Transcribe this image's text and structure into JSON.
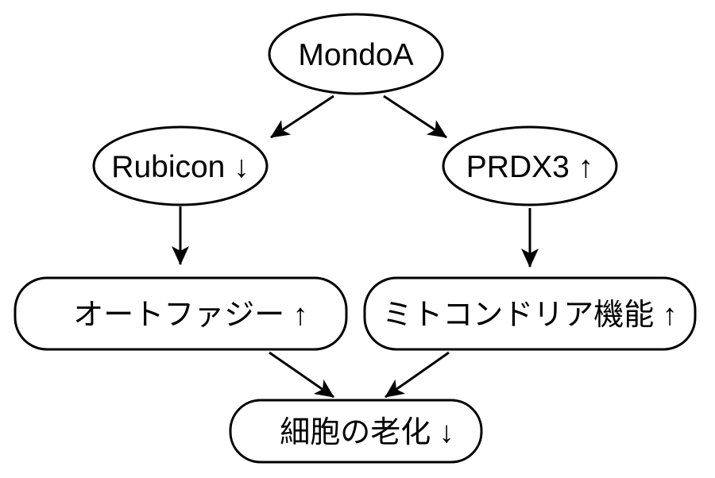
{
  "diagram": {
    "nodes": [
      {
        "id": "mondoa",
        "label": "MondoA",
        "shape": "ellipse"
      },
      {
        "id": "rubicon",
        "label": "Rubicon ↓",
        "shape": "ellipse"
      },
      {
        "id": "prdx3",
        "label": "PRDX3 ↑",
        "shape": "ellipse"
      },
      {
        "id": "autophagy",
        "label": "オートファジー ↑",
        "shape": "rounded-rect"
      },
      {
        "id": "mito",
        "label": "ミトコンドリア機能 ↑",
        "shape": "rounded-rect"
      },
      {
        "id": "senescence",
        "label": "細胞の老化 ↓",
        "shape": "rounded-rect"
      }
    ],
    "edges": [
      {
        "from": "mondoa",
        "to": "rubicon"
      },
      {
        "from": "mondoa",
        "to": "prdx3"
      },
      {
        "from": "rubicon",
        "to": "autophagy"
      },
      {
        "from": "prdx3",
        "to": "mito"
      },
      {
        "from": "autophagy",
        "to": "senescence"
      },
      {
        "from": "mito",
        "to": "senescence"
      }
    ],
    "stroke_color": "#000000",
    "background_color": "#ffffff"
  }
}
